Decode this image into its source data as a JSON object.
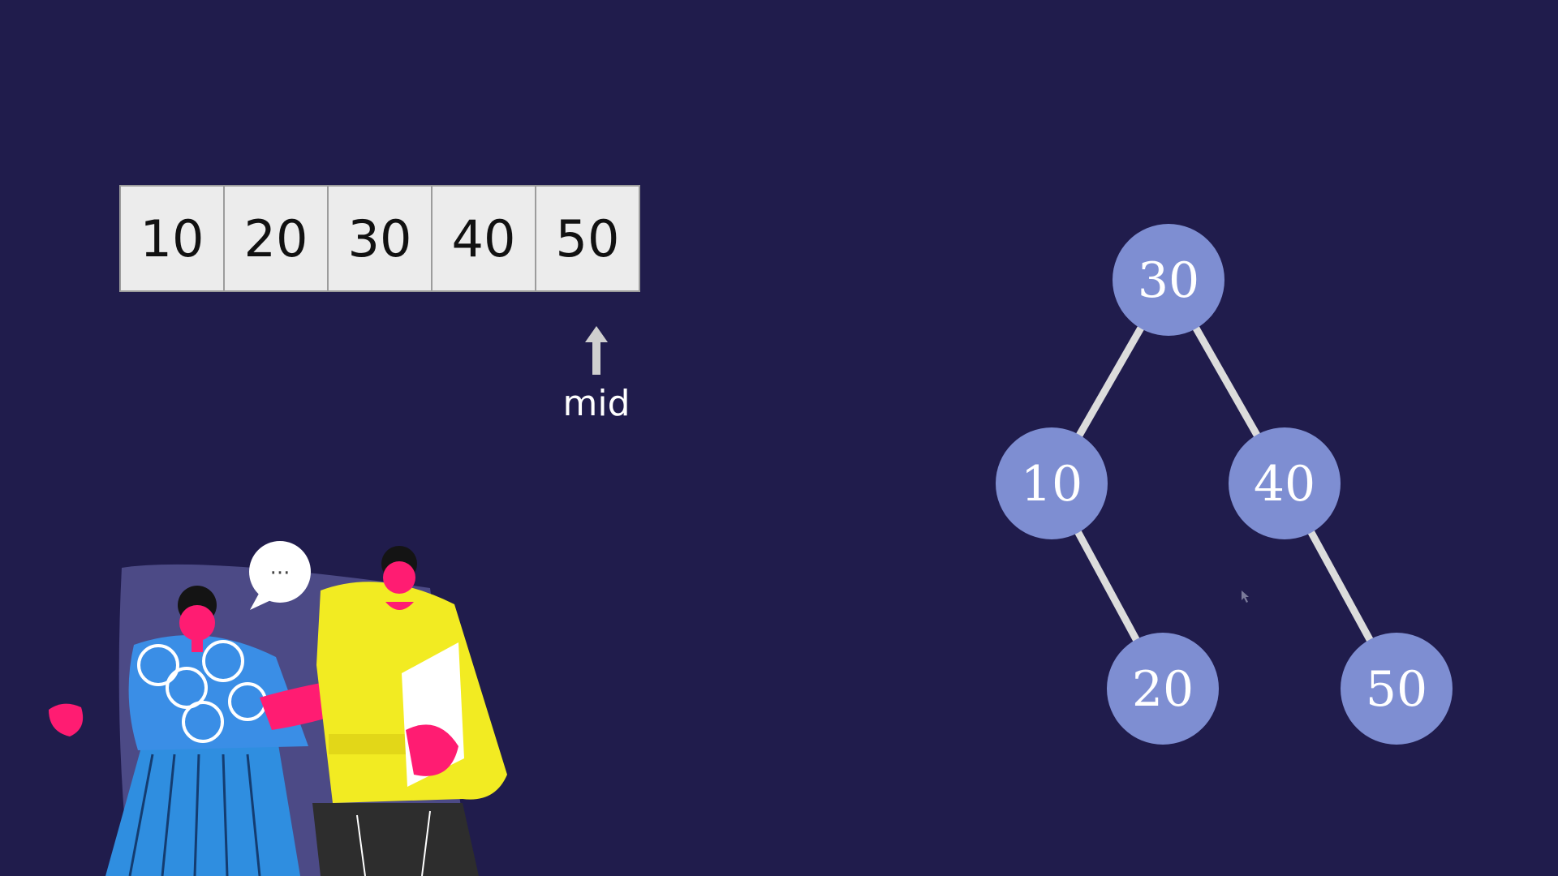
{
  "array": {
    "values": [
      "10",
      "20",
      "30",
      "40",
      "50"
    ]
  },
  "pointer": {
    "label": "mid",
    "index": 4
  },
  "tree": {
    "nodes": [
      {
        "id": "n30",
        "label": "30"
      },
      {
        "id": "n10",
        "label": "10"
      },
      {
        "id": "n40",
        "label": "40"
      },
      {
        "id": "n20",
        "label": "20"
      },
      {
        "id": "n50",
        "label": "50"
      }
    ],
    "edges": [
      [
        "n30",
        "n10"
      ],
      [
        "n30",
        "n40"
      ],
      [
        "n10",
        "n20"
      ],
      [
        "n40",
        "n50"
      ]
    ]
  },
  "colors": {
    "background": "#201c4c",
    "node_fill": "#7e8ed2",
    "edge": "#dcdcdc",
    "cell_fill": "#ececec"
  }
}
